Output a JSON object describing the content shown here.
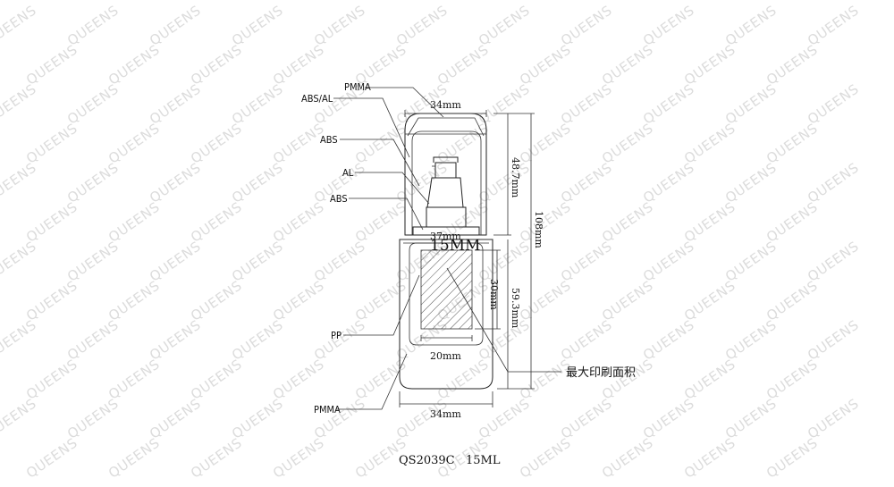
{
  "watermark": {
    "text": "QUEENS"
  },
  "labels": {
    "pmma_top": "PMMA",
    "abs_al": "ABS/AL",
    "abs_1": "ABS",
    "al": "AL",
    "abs_2": "ABS",
    "pp": "PP",
    "pmma_bottom": "PMMA"
  },
  "dimensions": {
    "top_width": "34mm",
    "cap_height": "48.7mm",
    "total_height": "108mm",
    "mid_width": "37mm",
    "bottle_height": "59.3mm",
    "print_height": "30mm",
    "print_width": "20mm",
    "bottom_width": "34mm"
  },
  "annotations": {
    "capacity_mark": "15MM",
    "print_area": "最大印刷面积"
  },
  "title": "QS2039C   15ML"
}
